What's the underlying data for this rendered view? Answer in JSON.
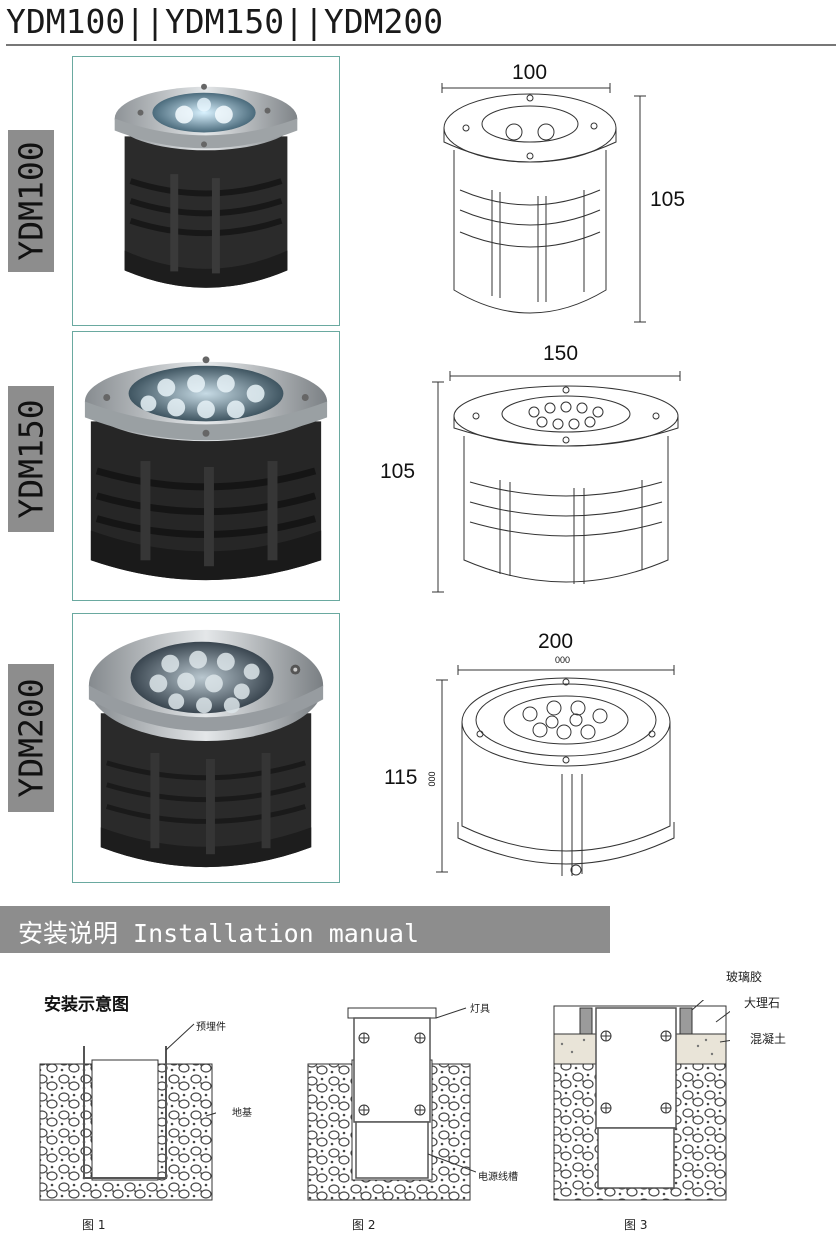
{
  "header": {
    "title": "YDM100||YDM150||YDM200"
  },
  "models": [
    {
      "tag": "YDM100",
      "dim_width": "100",
      "dim_height": "105"
    },
    {
      "tag": "YDM150",
      "dim_width": "150",
      "dim_height": "105"
    },
    {
      "tag": "YDM200",
      "dim_width": "200",
      "dim_width_sub": "000",
      "dim_height": "115",
      "dim_height_sub": "000"
    }
  ],
  "install": {
    "banner": "安装说明 Installation manual",
    "diagram_title": "安装示意图",
    "fig1": {
      "caption": "图 1",
      "embed_part": "预埋件",
      "foundation": "地基"
    },
    "fig2": {
      "caption": "图 2",
      "lamp": "灯具",
      "cable_trough": "电源线槽"
    },
    "fig3": {
      "caption": "图 3",
      "glass_glue": "玻璃胶",
      "marble": "大理石",
      "concrete": "混凝土"
    }
  },
  "colors": {
    "tag_gray": "#8d8d8d",
    "frame_teal": "#6aa9a0",
    "lamp_body": "#2b2b2b",
    "steel": "#bfc3c6"
  }
}
